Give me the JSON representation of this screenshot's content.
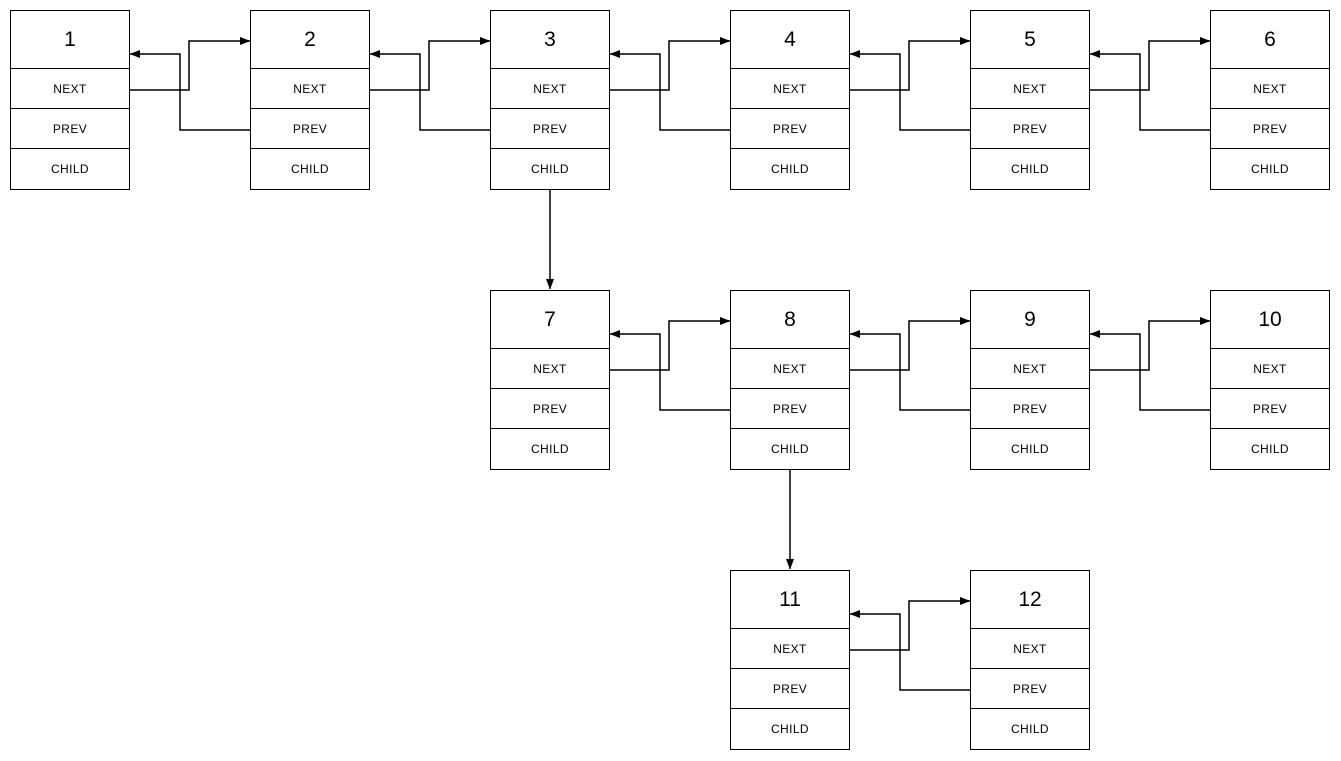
{
  "diagram": {
    "type": "multilevel-doubly-linked-list",
    "background_color": "#ffffff",
    "stroke_color": "#000000",
    "text_color": "#000000"
  },
  "node_fields": [
    "NEXT",
    "PREV",
    "CHILD"
  ],
  "nodes": [
    {
      "label": "1",
      "row": 0,
      "col": 0
    },
    {
      "label": "2",
      "row": 0,
      "col": 1
    },
    {
      "label": "3",
      "row": 0,
      "col": 2
    },
    {
      "label": "4",
      "row": 0,
      "col": 3
    },
    {
      "label": "5",
      "row": 0,
      "col": 4
    },
    {
      "label": "6",
      "row": 0,
      "col": 5
    },
    {
      "label": "7",
      "row": 1,
      "col": 2
    },
    {
      "label": "8",
      "row": 1,
      "col": 3
    },
    {
      "label": "9",
      "row": 1,
      "col": 4
    },
    {
      "label": "10",
      "row": 1,
      "col": 5
    },
    {
      "label": "11",
      "row": 2,
      "col": 3
    },
    {
      "label": "12",
      "row": 2,
      "col": 4
    }
  ],
  "doubly_links": [
    [
      "1",
      "2"
    ],
    [
      "2",
      "3"
    ],
    [
      "3",
      "4"
    ],
    [
      "4",
      "5"
    ],
    [
      "5",
      "6"
    ],
    [
      "7",
      "8"
    ],
    [
      "8",
      "9"
    ],
    [
      "9",
      "10"
    ],
    [
      "11",
      "12"
    ]
  ],
  "child_links": [
    [
      "3",
      "7"
    ],
    [
      "8",
      "11"
    ]
  ]
}
